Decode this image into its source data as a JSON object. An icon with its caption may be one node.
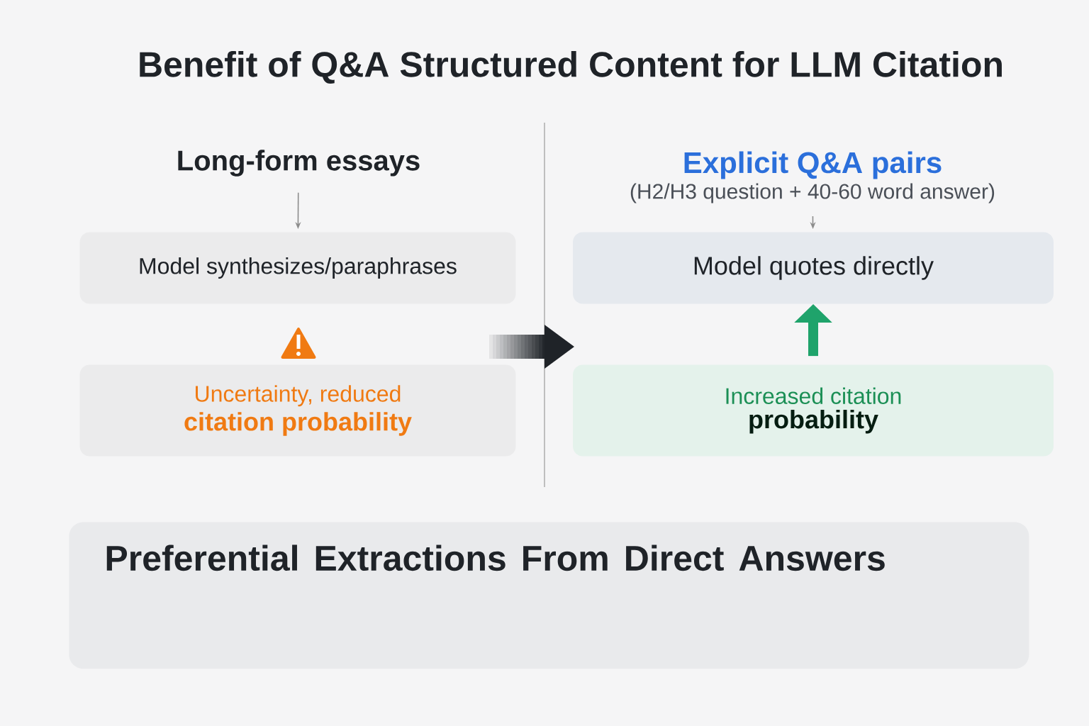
{
  "diagram": {
    "title": "Benefit of Q&A Structured Content for LLM Citation",
    "nodes": [
      {
        "text": [
          "Long-form essays"
        ]
      },
      {
        "text": [
          "Model synthesizes/paraphrases"
        ]
      },
      {
        "text": [
          "Uncertainty, reduced",
          "citation probability"
        ]
      },
      {
        "text": [
          "Explicit Q&A pairs",
          "(H2/H3 question + 40-60 word answer)"
        ]
      },
      {
        "text": [
          "Model quotes directly"
        ]
      },
      {
        "text": [
          "Increased citation",
          "probability"
        ]
      },
      {
        "text": [
          "Preferential Extractions From Direct Answers"
        ]
      }
    ],
    "edges": [
      {
        "from": 0,
        "to": 1,
        "arrow": "to"
      },
      {
        "from": 3,
        "to": 4,
        "arrow": "to"
      },
      {
        "from": 5,
        "to": 4,
        "arrow": "to",
        "style": "thick",
        "color": "#1fa36b"
      }
    ]
  }
}
